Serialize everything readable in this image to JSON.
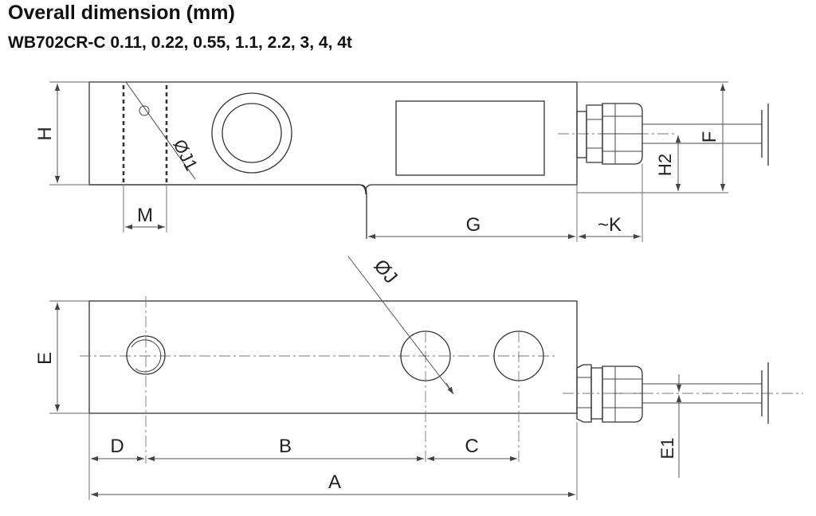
{
  "header": {
    "title": "Overall dimension (mm)",
    "subtitle": "WB702CR-C 0.11, 0.22, 0.55, 1.1, 2.2, 3, 4, 4t"
  },
  "labels": {
    "H": "H",
    "M": "M",
    "J1": "ØJ1",
    "G": "G",
    "K": "~K",
    "H2": "H2",
    "F": "F",
    "J": "ØJ",
    "E": "E",
    "D": "D",
    "B": "B",
    "C": "C",
    "A": "A",
    "E1": "E1"
  }
}
